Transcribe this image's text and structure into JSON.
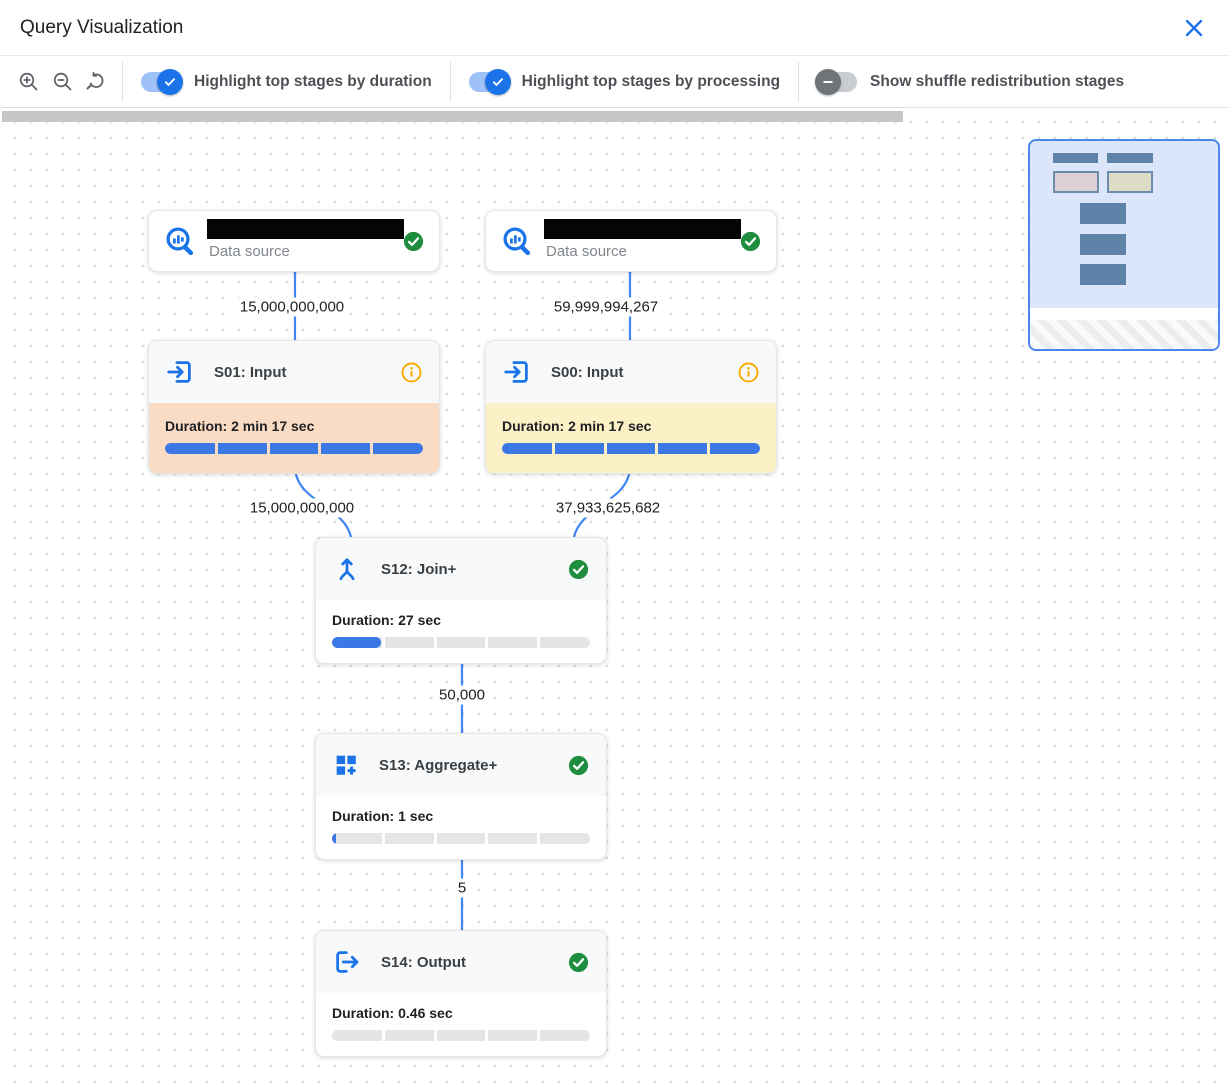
{
  "header": {
    "title": "Query Visualization"
  },
  "toolbar": {
    "toggles": [
      {
        "label": "Highlight top stages by duration",
        "state": "on"
      },
      {
        "label": "Highlight top stages by processing",
        "state": "on"
      },
      {
        "label": "Show shuffle redistribution stages",
        "state": "off"
      }
    ]
  },
  "graph": {
    "data_sources": [
      {
        "label": "Data source",
        "status": "complete"
      },
      {
        "label": "Data source",
        "status": "complete"
      }
    ],
    "edges": [
      {
        "from": "data-source-1",
        "to": "S01",
        "label": "15,000,000,000"
      },
      {
        "from": "data-source-2",
        "to": "S00",
        "label": "59,999,994,267"
      },
      {
        "from": "S01",
        "to": "S12",
        "label": "15,000,000,000"
      },
      {
        "from": "S00",
        "to": "S12",
        "label": "37,933,625,682"
      },
      {
        "from": "S12",
        "to": "S13",
        "label": "50,000"
      },
      {
        "from": "S13",
        "to": "S14",
        "label": "5"
      }
    ],
    "stages": [
      {
        "title": "S01: Input",
        "duration": "Duration: 2 min 17 sec",
        "progress": 1,
        "highlight": "duration",
        "status_icon": "info"
      },
      {
        "title": "S00: Input",
        "duration": "Duration: 2 min 17 sec",
        "progress": 1,
        "highlight": "processing",
        "status_icon": "info"
      },
      {
        "title": "S12: Join+",
        "duration": "Duration: 27 sec",
        "progress": 0.19,
        "highlight": "none",
        "status_icon": "check"
      },
      {
        "title": "S13: Aggregate+",
        "duration": "Duration: 1 sec",
        "progress": 0.015,
        "highlight": "none",
        "status_icon": "check"
      },
      {
        "title": "S14: Output",
        "duration": "Duration: 0.46 sec",
        "progress": 0,
        "highlight": "none",
        "status_icon": "check"
      }
    ]
  },
  "icons": {
    "close": "close-icon",
    "zoom_in": "zoom-in-icon",
    "zoom_out": "zoom-out-icon",
    "zoom_reset": "zoom-reset-icon",
    "data_source": "bigquery-magnifier-icon",
    "input": "input-arrow-icon",
    "output": "output-arrow-icon",
    "join": "merge-arrows-icon",
    "aggregate": "grid-plus-icon",
    "complete": "check-circle-icon",
    "info": "info-circle-icon"
  },
  "colors": {
    "primary_blue": "#1a73e8",
    "edge_blue": "#4285f4",
    "progress_fill_blue": "#3b78e6",
    "progress_track_gray": "#e4e5e7",
    "success_green": "#1e8e3e",
    "info_orange": "#f9ab00",
    "duration_highlight_bg": "#f9dcc3",
    "processing_highlight_bg": "#fbf0c6",
    "node_header_bg": "#f8f9fa",
    "minimap_border_blue": "#4c86e8",
    "minimap_bg": "#dbe6fb",
    "minimap_node_slate": "#5e82a8"
  }
}
